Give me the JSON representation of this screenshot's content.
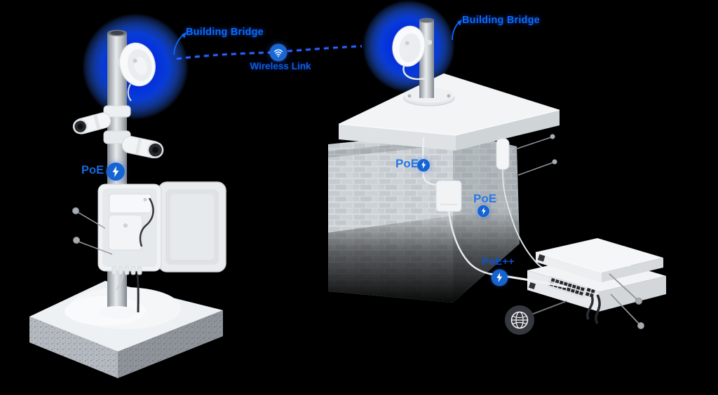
{
  "labels": {
    "left_bridge": "Building Bridge",
    "right_bridge": "Building Bridge",
    "wireless_link": "Wireless Link",
    "tower_poe": "PoE",
    "wall_poe_upper": "PoE",
    "wall_poe_lower": "PoE",
    "switch_poe": "PoE++"
  },
  "icons": {
    "wireless_link_icon": "wifi-signal-icon",
    "poe_badge_icon": "lightning-bolt-icon",
    "internet_icon": "globe-icon"
  },
  "colors": {
    "background": "#000000",
    "bridge_label": "#0A6BFF",
    "poe_label": "#2677E8",
    "poe_plus_label": "#0C51C8",
    "badge_fill": "#1464D2",
    "glow": "#0536F0",
    "dashed_link": "#2E6BFF",
    "leader": "#9AA0A5"
  }
}
